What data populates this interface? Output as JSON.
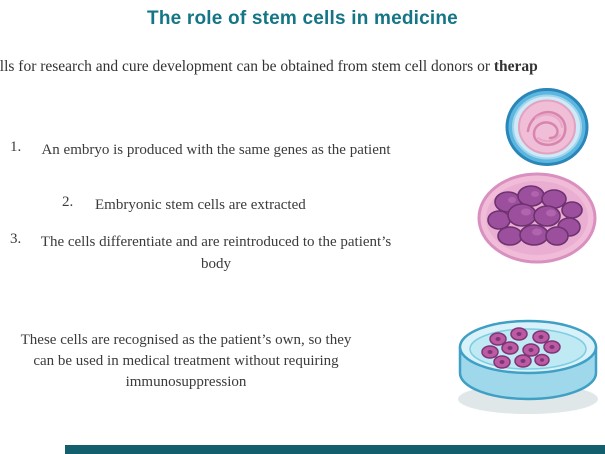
{
  "slide": {
    "title": "The role of stem cells in medicine",
    "subtitle_prefix": "cells for research and cure development can be obtained from stem cell donors or ",
    "subtitle_bold": "therap",
    "steps": [
      {
        "number": "1.",
        "text": "An embryo is produced with the same genes as the patient"
      },
      {
        "number": "2.",
        "text": "Embryonic stem cells are extracted"
      },
      {
        "number": "3.",
        "text": "The cells differentiate and are reintroduced to the patient’s body"
      }
    ],
    "note": "These cells are recognised as the patient’s own, so they can be used in medical treatment without requiring immunosuppression",
    "illustrations": [
      {
        "name": "fertilised-egg-cell"
      },
      {
        "name": "blastocyst-embryonic-stem-cells"
      },
      {
        "name": "petri-dish-differentiated-cells"
      }
    ],
    "colors": {
      "title": "#137585",
      "body_text": "#3b3b3b",
      "footer_bar": "#145f6e",
      "cell_purple": "#9c4f9c",
      "membrane_pink": "#f0bcd8",
      "dish_blue": "#d9f2f9"
    }
  }
}
